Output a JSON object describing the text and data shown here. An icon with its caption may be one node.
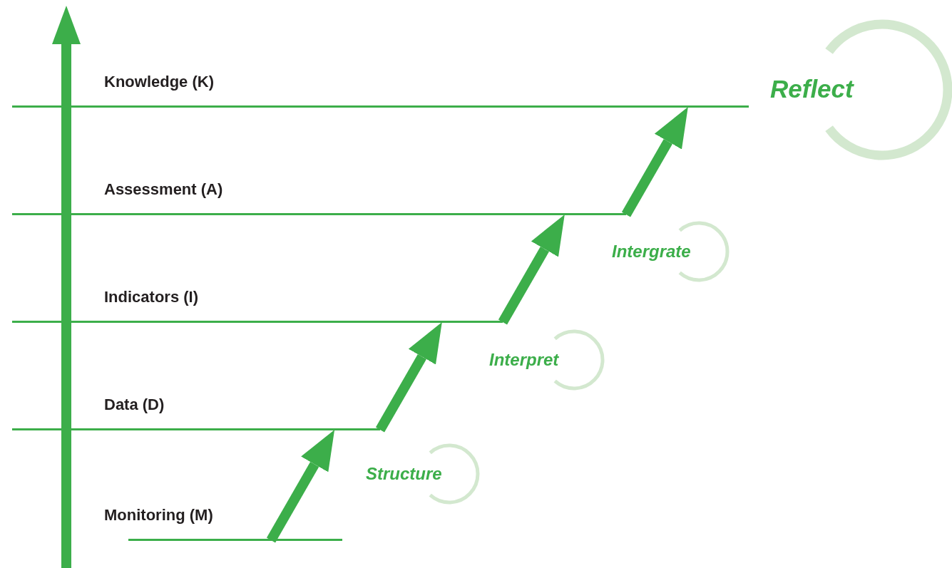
{
  "diagram": {
    "nodes": [
      {
        "text": [
          "Knowledge (K)"
        ]
      },
      {
        "text": [
          "Reflect"
        ]
      },
      {
        "text": [
          "Assessment (A)"
        ]
      },
      {
        "text": [
          "Intergrate"
        ]
      },
      {
        "text": [
          "Indicators (I)"
        ]
      },
      {
        "text": [
          "Interpret"
        ]
      },
      {
        "text": [
          "Data (D)"
        ]
      },
      {
        "text": [
          "Structure"
        ]
      },
      {
        "text": [
          "Monitoring (M)"
        ]
      }
    ],
    "edges": [
      {
        "from": 8,
        "to": 6,
        "arrow": "to"
      },
      {
        "from": 6,
        "to": 4,
        "arrow": "to"
      },
      {
        "from": 4,
        "to": 2,
        "arrow": "to"
      },
      {
        "from": 2,
        "to": 0,
        "arrow": "to"
      }
    ]
  }
}
